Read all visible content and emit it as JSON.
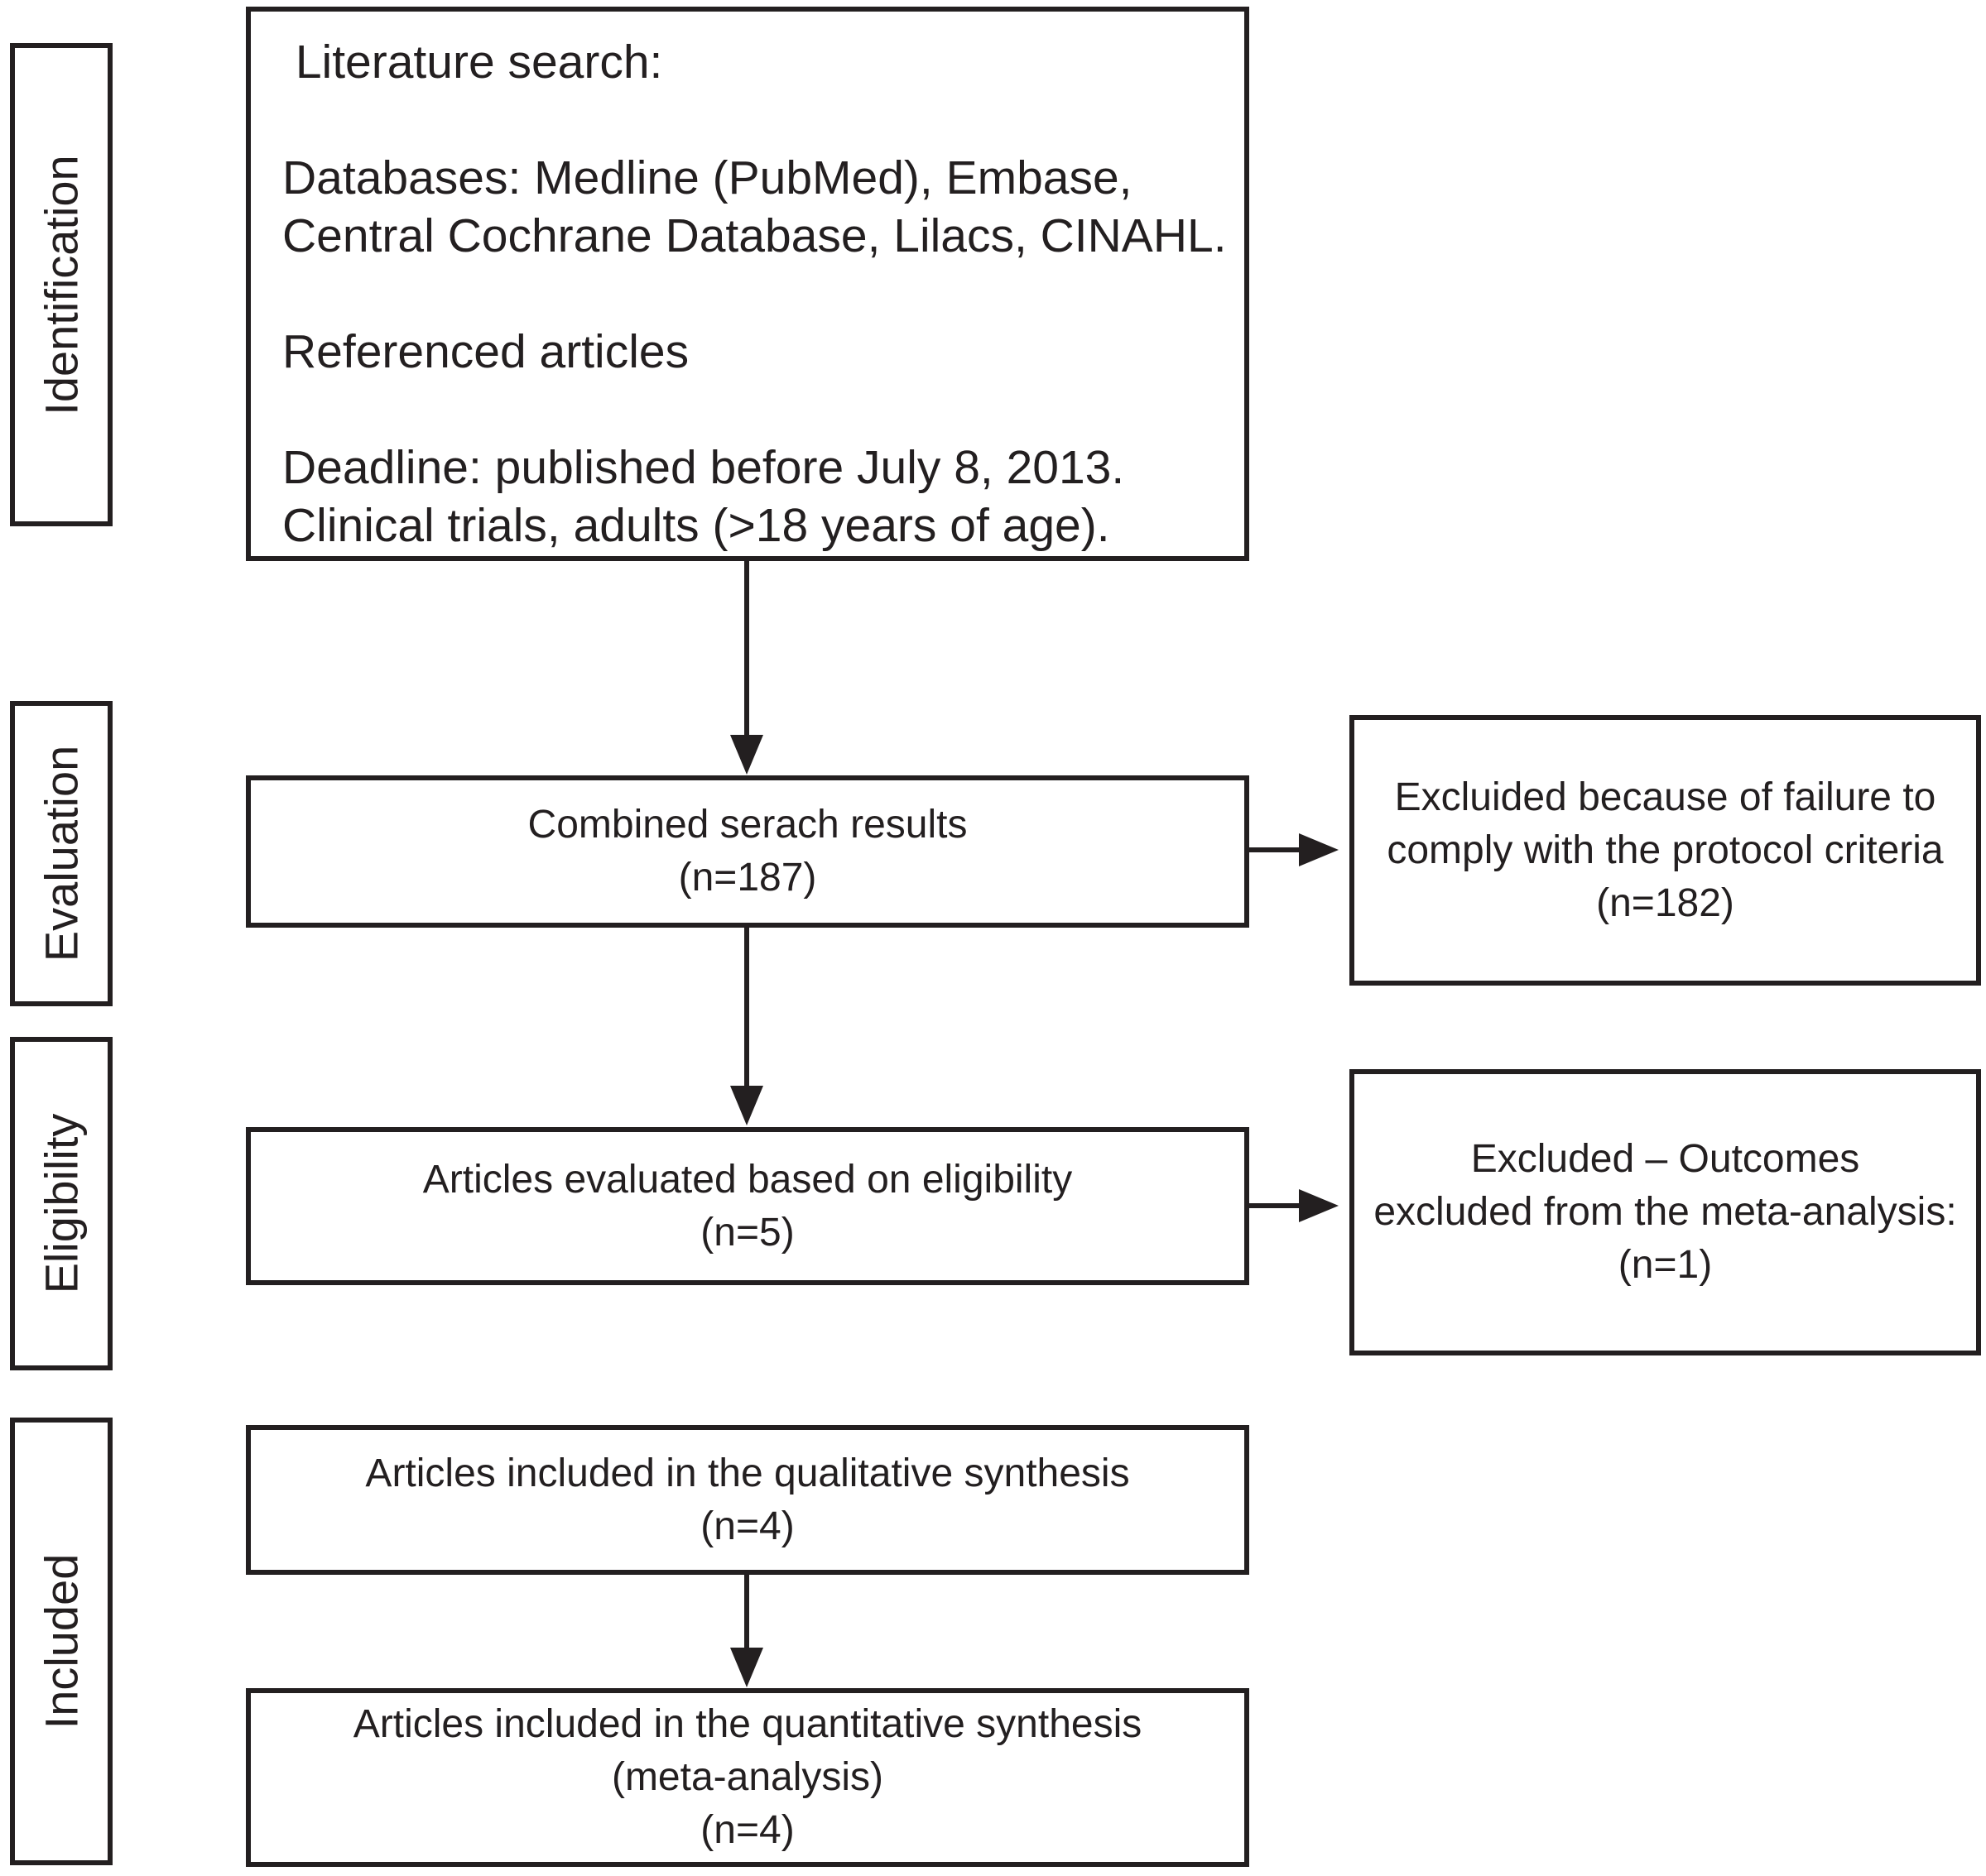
{
  "stages": [
    "Identification",
    "Evaluation",
    "Eligibility",
    "Included"
  ],
  "boxes": {
    "literature_search": {
      "lines": [
        " Literature search:",
        "",
        "Databases: Medline (PubMed), Embase,",
        "Central Cochrane Database, Lilacs, CINAHL.",
        "",
        "Referenced articles",
        "",
        "Deadline: published before July 8, 2013.",
        "Clinical trials, adults (>18 years of age)."
      ]
    },
    "combined_results": {
      "label": "Combined serach results",
      "count": "(n=187)"
    },
    "evaluated": {
      "label": "Articles evaluated based on eligibility",
      "count": "(n=5)"
    },
    "qualitative": {
      "label": "Articles included in the qualitative synthesis",
      "count": "(n=4)"
    },
    "quantitative": {
      "label": "Articles included in the quantitative synthesis",
      "sub": "(meta-analysis)",
      "count": "(n=4)"
    },
    "excluded_protocol": {
      "lines": [
        "Excluided because of failure to",
        "comply with the protocol criteria",
        "(n=182)"
      ]
    },
    "excluded_outcomes": {
      "lines": [
        "Excluded – Outcomes",
        "excluded from the meta-analysis:",
        "(n=1)"
      ]
    }
  },
  "colors": {
    "ink": "#231f20",
    "background": "#ffffff"
  }
}
